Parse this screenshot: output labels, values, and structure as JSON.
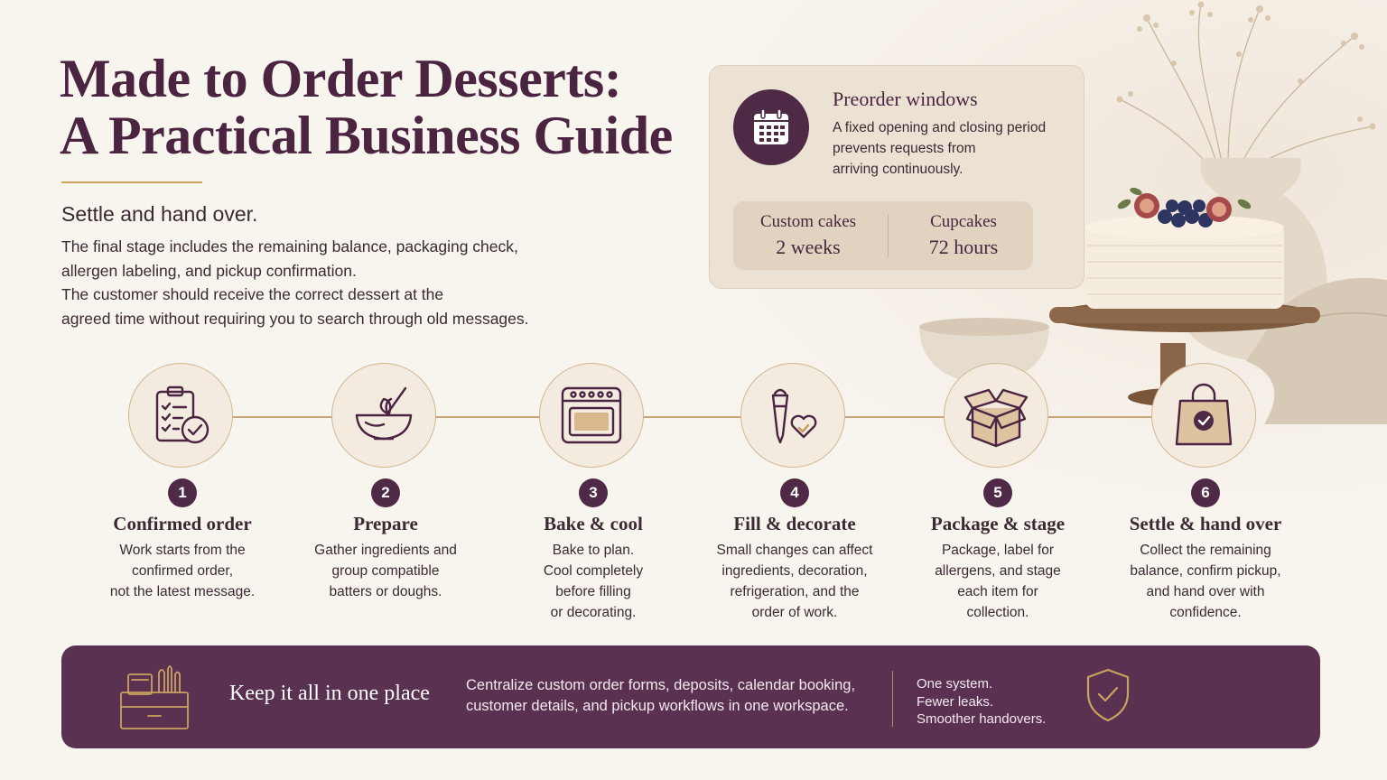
{
  "title": {
    "line1": "Made to Order Desserts:",
    "line2": "A Practical Business Guide"
  },
  "section": {
    "heading": "Settle and hand over.",
    "lines": [
      "The final stage includes the remaining balance, packaging check,",
      "allergen labeling, and pickup confirmation.",
      "The customer should receive the correct dessert at the",
      "agreed time without requiring you to search through old messages."
    ]
  },
  "preorder_card": {
    "title": "Preorder windows",
    "lines": [
      "A fixed opening and closing period",
      "prevents requests from",
      "arriving continuously."
    ],
    "times": [
      {
        "label": "Custom cakes",
        "value": "2 weeks"
      },
      {
        "label": "Cupcakes",
        "value": "72 hours"
      }
    ]
  },
  "steps": [
    {
      "number": "1",
      "title": "Confirmed order",
      "icon": "clipboard-check-icon",
      "lines": [
        "Work starts from the",
        "confirmed order,",
        "not the latest message."
      ]
    },
    {
      "number": "2",
      "title": "Prepare",
      "icon": "mixing-bowl-icon",
      "lines": [
        "Gather ingredients and",
        "group compatible",
        "batters or doughs."
      ]
    },
    {
      "number": "3",
      "title": "Bake & cool",
      "icon": "oven-icon",
      "lines": [
        "Bake to plan.",
        "Cool completely",
        "before filling",
        "or decorating."
      ]
    },
    {
      "number": "4",
      "title": "Fill & decorate",
      "icon": "piping-bag-icon",
      "lines": [
        "Small changes can affect",
        "ingredients, decoration,",
        "refrigeration, and the",
        "order of work."
      ]
    },
    {
      "number": "5",
      "title": "Package & stage",
      "icon": "box-icon",
      "lines": [
        "Package, label for",
        "allergens, and stage",
        "each item for",
        "collection."
      ]
    },
    {
      "number": "6",
      "title": "Settle & hand over",
      "icon": "shopping-bag-check-icon",
      "lines": [
        "Collect the remaining",
        "balance, confirm pickup,",
        "and hand over with",
        "confidence."
      ]
    }
  ],
  "banner": {
    "title": "Keep it all in one place",
    "body_lines": [
      "Centralize custom order forms, deposits, calendar booking,",
      "customer details, and pickup workflows in one workspace."
    ],
    "points": [
      "One system.",
      "Fewer leaks.",
      "Smoother handovers."
    ]
  },
  "colors": {
    "plum": "#4f2a46",
    "banner": "#5a3150",
    "gold": "#c9a25f",
    "cream": "#f8f4ee"
  }
}
